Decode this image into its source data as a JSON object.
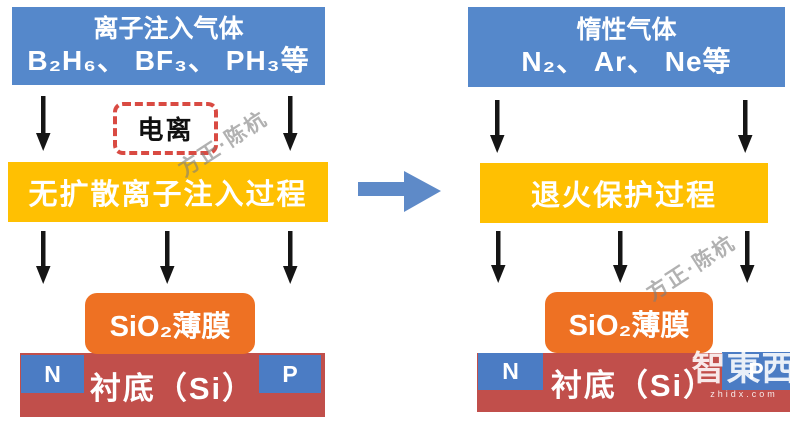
{
  "colors": {
    "gas_box_blue": "#5588CB",
    "region_blue": "#4B7CC4",
    "process_yellow": "#FFC002",
    "film_orange": "#EE7123",
    "substrate_red": "#C14F4B",
    "ionize_dash_red": "#D94A42",
    "down_arrow_black": "#151515",
    "flow_arrow_blue": "#5E8AC8",
    "watermark_gray": "#7D7D7D"
  },
  "left_column": {
    "gas_box": {
      "title": "离子注入气体",
      "gases": "B₂H₆、 BF₃、 PH₃等"
    },
    "ionization_label": "电离",
    "process_label": "无扩散离子注入过程",
    "film_label": "SiO₂薄膜",
    "substrate_label": "衬底（Si）",
    "n_region": "N",
    "p_region": "P"
  },
  "right_column": {
    "gas_box": {
      "title": "惰性气体",
      "gases": "N₂、 Ar、 Ne等"
    },
    "process_label": "退火保护过程",
    "film_label": "SiO₂薄膜",
    "substrate_label": "衬底（Si）",
    "n_region": "N",
    "p_region": "P"
  },
  "watermarks": {
    "author": "方正·陈杭",
    "brand": "智東西",
    "brand_domain": "zhidx.com"
  }
}
